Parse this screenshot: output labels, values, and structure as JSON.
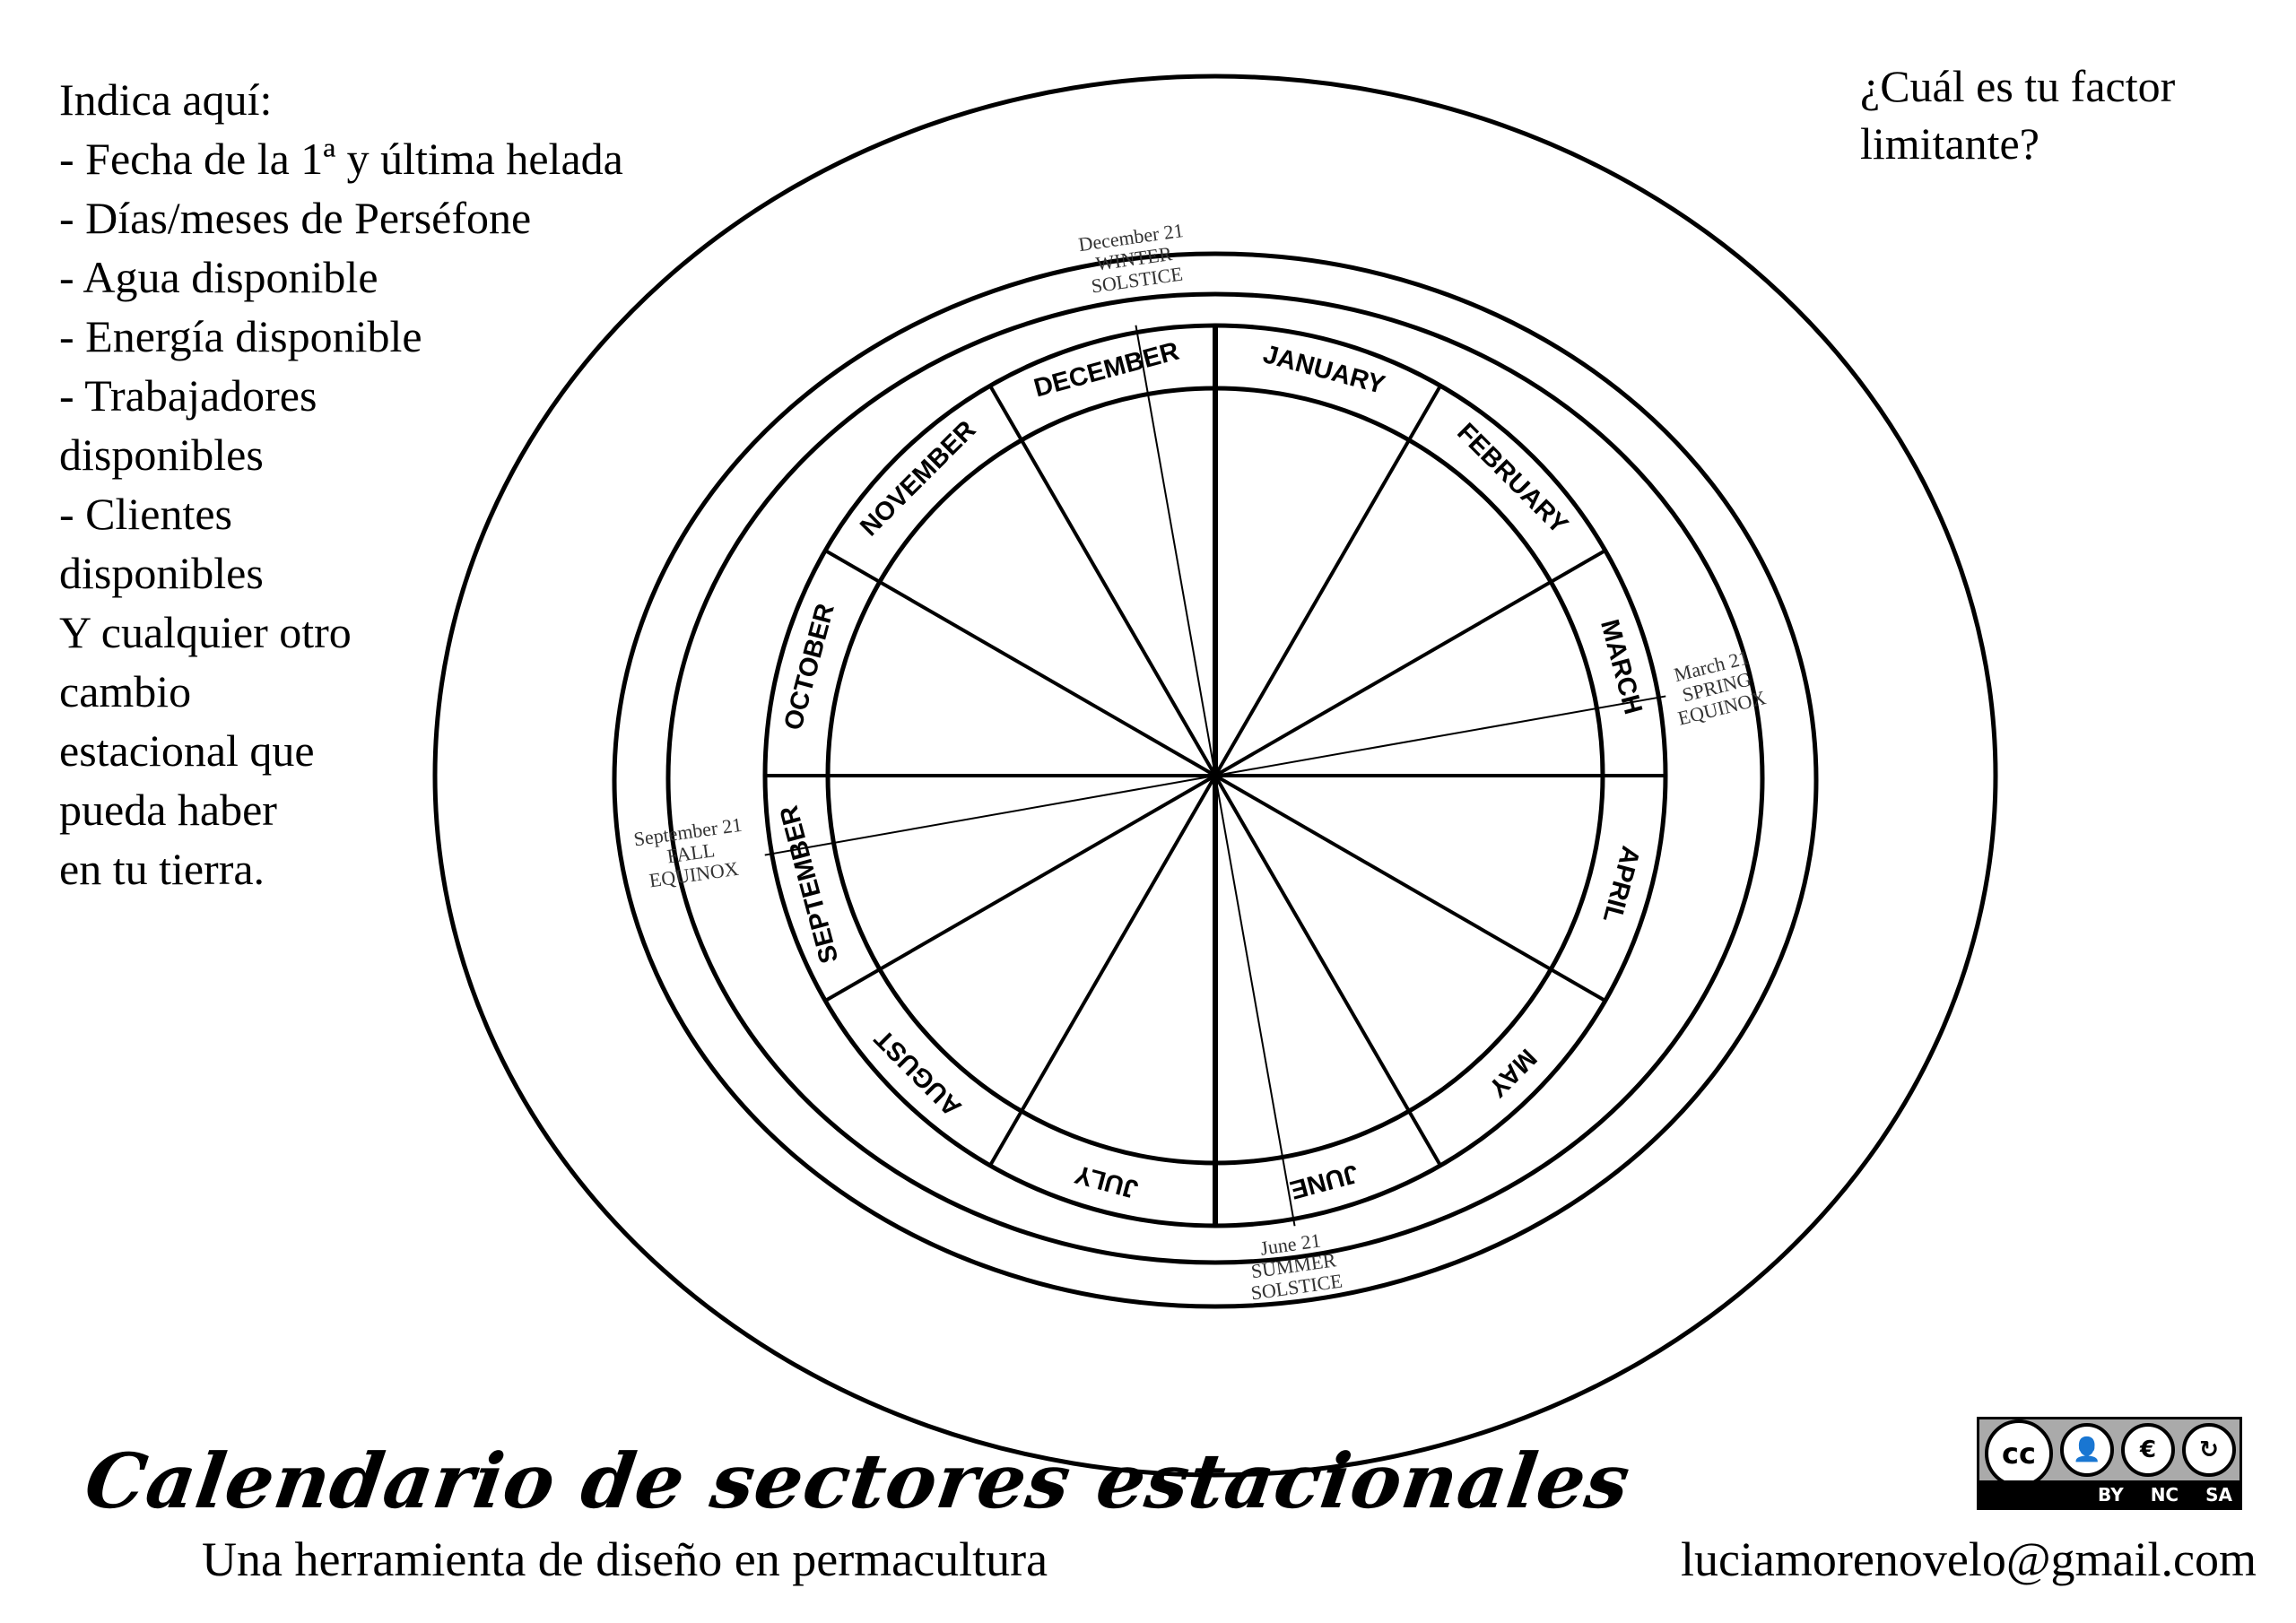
{
  "notes": {
    "lines": [
      "Indica aquí:",
      "- Fecha de la 1ª y última helada",
      "- Días/meses de Perséfone",
      "- Agua disponible",
      "- Energía disponible",
      "- Trabajadores",
      "disponibles",
      "- Clientes",
      "disponibles",
      "Y cualquier otro",
      "cambio",
      "estacional que",
      "pueda haber",
      "en tu tierra."
    ]
  },
  "question": {
    "line1": "¿Cuál es tu factor",
    "line2": "limitante?"
  },
  "wheel": {
    "months": [
      "JANUARY",
      "FEBRUARY",
      "MARCH",
      "APRIL",
      "MAY",
      "JUNE",
      "JULY",
      "AUGUST",
      "SEPTEMBER",
      "OCTOBER",
      "NOVEMBER",
      "DECEMBER"
    ],
    "markers": {
      "winter": {
        "date": "December 21",
        "line1": "WINTER",
        "line2": "SOLSTICE"
      },
      "spring": {
        "date": "March 21",
        "line1": "SPRING",
        "line2": "EQUINOX"
      },
      "summer": {
        "date": "June 21",
        "line1": "SUMMER",
        "line2": "SOLSTICE"
      },
      "fall": {
        "date": "September 21",
        "line1": "FALL",
        "line2": "EQUINOX"
      }
    }
  },
  "footer": {
    "title": "Calendario de sectores estacionales",
    "subtitle": "Una herramienta de diseño en permacultura",
    "email": "luciamorenovelo@gmail.com"
  },
  "license": {
    "cc": "cc",
    "labels": [
      "BY",
      "NC",
      "SA"
    ]
  }
}
